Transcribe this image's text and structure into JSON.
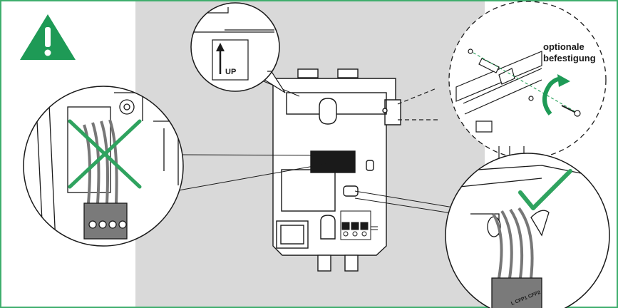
{
  "colors": {
    "frame_border": "#3fae6d",
    "background_panel": "#d9d9d9",
    "warning_triangle": "#1e9a56",
    "cross_mark": "#2fa35f",
    "check_mark": "#2fa35f",
    "rotate_arrow": "#1e9a56",
    "line_art": "#1a1a1a"
  },
  "icons": {
    "warning": "exclamation-triangle-icon",
    "wrong": "cross-icon",
    "correct": "checkmark-icon",
    "rotate": "curved-arrow-icon"
  },
  "labels": {
    "up": "UP",
    "optional_line1": "optionale",
    "optional_line2": "befestigung",
    "terminal_marking": "L  CFP1 CFP2"
  }
}
